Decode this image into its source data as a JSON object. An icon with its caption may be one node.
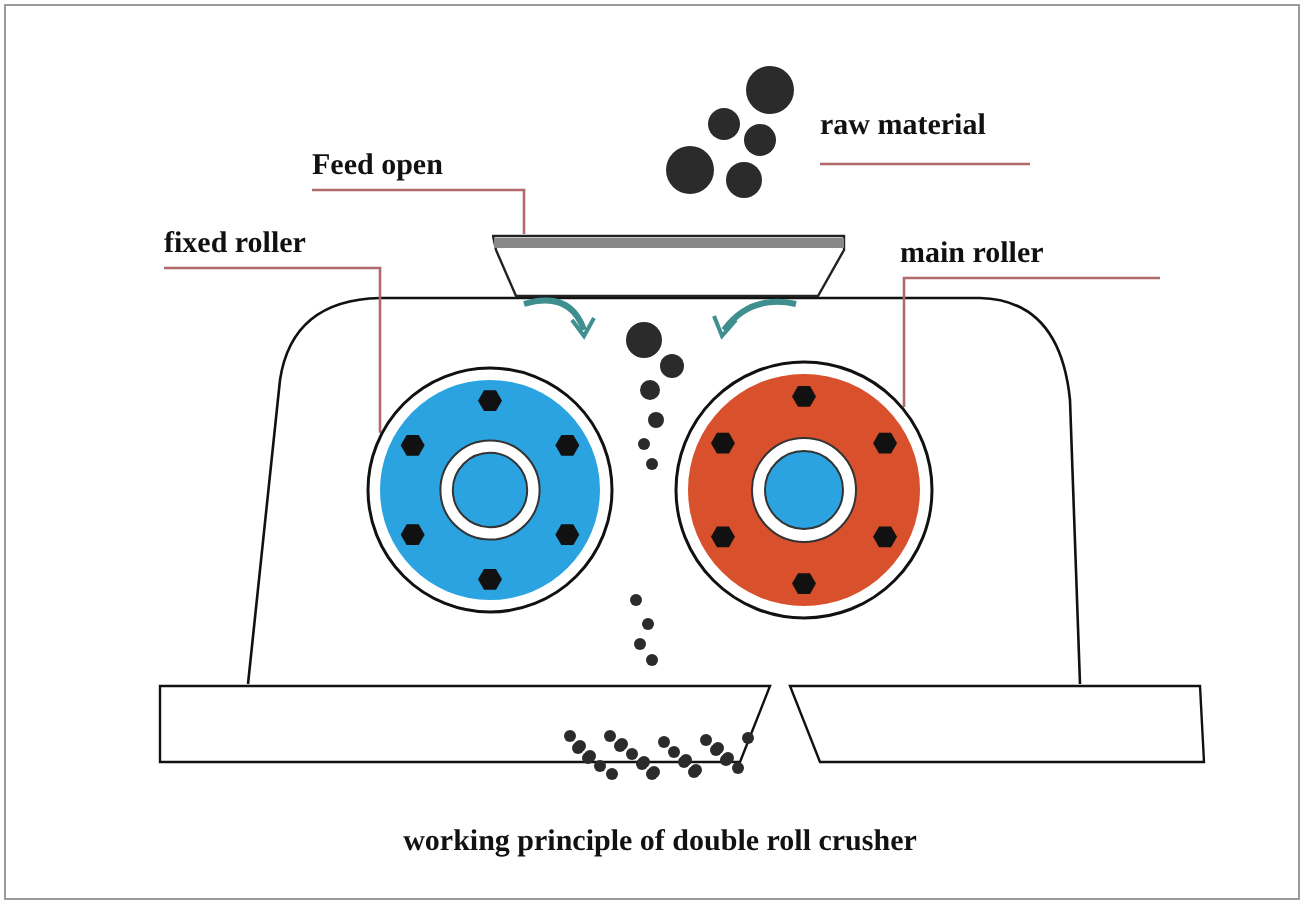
{
  "diagram": {
    "caption": "working principle of double roll crusher",
    "nodes": [
      {
        "text": [
          "Feed open"
        ]
      },
      {
        "text": [],
        "shape": "box"
      },
      {
        "text": [
          "fixed roller"
        ]
      },
      {
        "text": [],
        "shape": "circle"
      },
      {
        "text": [
          "main roller"
        ]
      },
      {
        "text": [],
        "shape": "circle"
      },
      {
        "text": [
          "raw material"
        ]
      }
    ],
    "edges": [
      {
        "from": 0,
        "to": 1,
        "arrow": "none"
      },
      {
        "from": 2,
        "to": 3,
        "arrow": "none"
      },
      {
        "from": 4,
        "to": 5,
        "arrow": "none"
      }
    ]
  }
}
